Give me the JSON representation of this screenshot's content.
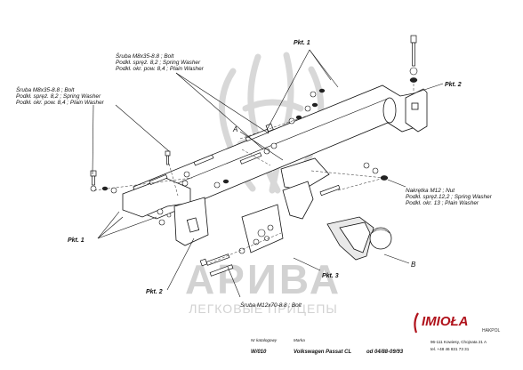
{
  "labels": {
    "bolt_top_1": "Śruba M8x35-8.8 ; Bolt",
    "washer_spring_top_1": "Podkł. spręż. 8,2 ; Spring Washer",
    "washer_plain_top_1": "Podkł. okr. pow. 8,4 ; Plain Washer",
    "bolt_left_1": "Śruba M8x35-8.8 ; Bolt",
    "washer_spring_left_1": "Podkł. spręż. 8,2 ; Spring Washer",
    "washer_plain_left_1": "Podkł. okr. pow. 8,4 ; Plain Washer",
    "nut_right_1": "Nakrętka M12 ; Nut",
    "washer_spring_right_1": "Podkł. spręż.12,2 ; Spring Washer",
    "washer_plain_right_1": "Podkł. okr. 13 ; Plain Washer",
    "bolt_bottom_1": "Śruba M12x70-8.8 ; Bolt"
  },
  "points": {
    "pkt_1_top": "Pkt. 1",
    "pkt_2_right": "Pkt. 2",
    "pkt_1_left": "Pkt. 1",
    "pkt_2_bottom": "Pkt. 2",
    "pkt_3": "Pkt. 3",
    "letter_a": "A",
    "letter_b": "B"
  },
  "watermark": {
    "main": "АРИВА",
    "sub": "ЛЕГКОВЫЕ ПРИЦЕПЫ"
  },
  "footer": {
    "col1_heading": "Nr katalogowy",
    "catalog_no": "W/010",
    "col2_heading": "Marka",
    "brand_model": "Volkswagen Passat CL",
    "years": "od  04/88-09/93",
    "company": "IMIOŁA",
    "company_sub": "HAKPOL",
    "address": "96-111 Kowiesy, Chojnata 21 A",
    "phone": "tel. +48 46 831 73 31"
  },
  "colors": {
    "line": "#111111",
    "watermark": "#d2d2d2",
    "brand_red": "#b0121b"
  }
}
